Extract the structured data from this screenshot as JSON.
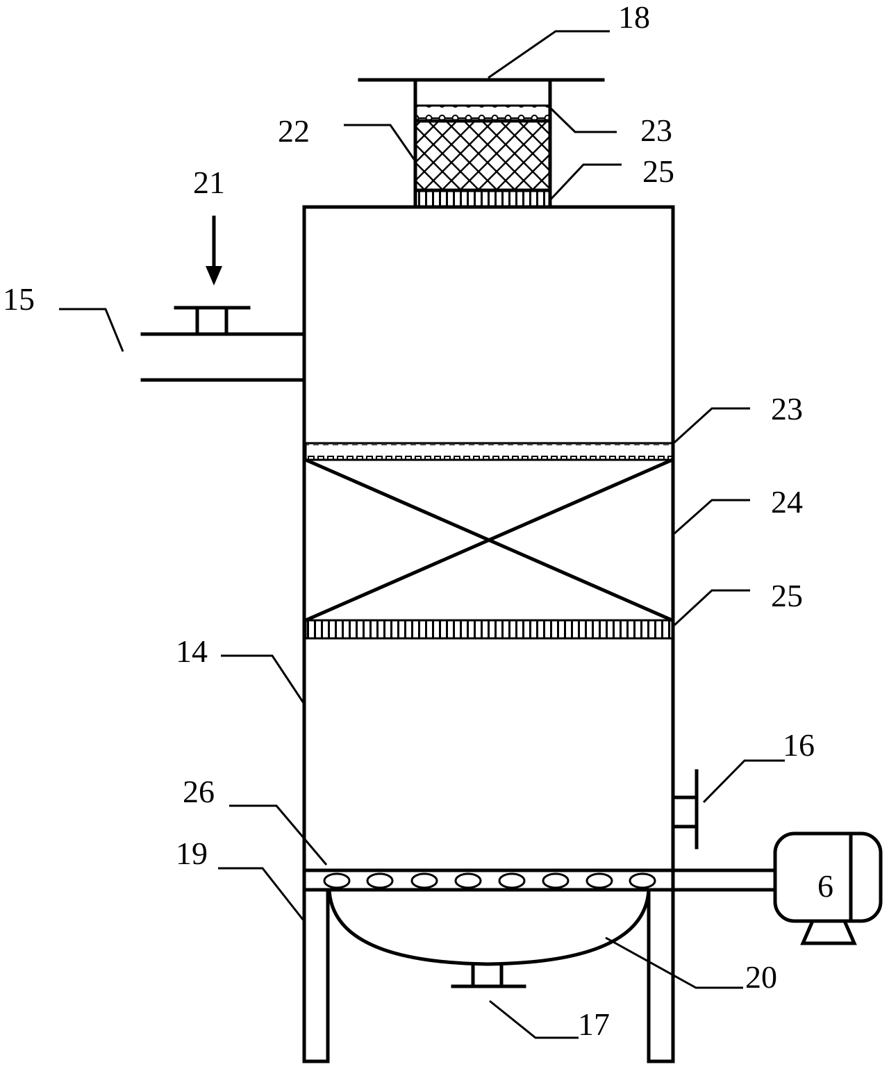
{
  "figure": {
    "labels": {
      "l18": "18",
      "l22": "22",
      "l23_top": "23",
      "l25_top": "25",
      "l21": "21",
      "l15": "15",
      "l23_mid": "23",
      "l24": "24",
      "l25_mid": "25",
      "l14": "14",
      "l16": "16",
      "l26": "26",
      "l19": "19",
      "l6": "6",
      "l20": "20",
      "l17": "17"
    }
  }
}
